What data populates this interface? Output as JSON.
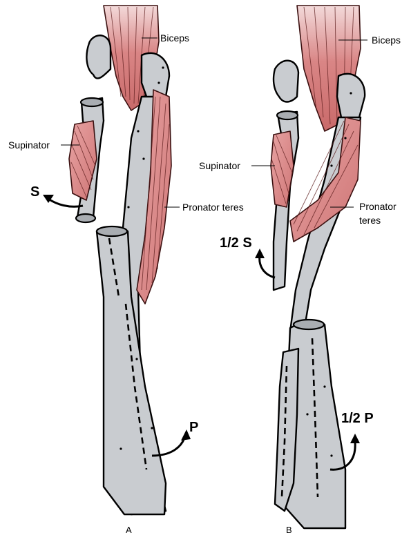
{
  "panel_a": {
    "label": "A",
    "biceps": "Biceps",
    "supinator": "Supinator",
    "pronator_teres": "Pronator teres",
    "supination_arrow": "S",
    "pronation_arrow": "P"
  },
  "panel_b": {
    "label": "B",
    "biceps": "Biceps",
    "supinator": "Supinator",
    "pronator_line1": "Pronator",
    "pronator_line2": "teres",
    "supination_arrow": "1/2 S",
    "pronation_arrow": "1/2 P"
  },
  "colors": {
    "muscle": "#d98585",
    "muscle_light": "#f0c8c8",
    "bone": "#c9ccd0"
  }
}
